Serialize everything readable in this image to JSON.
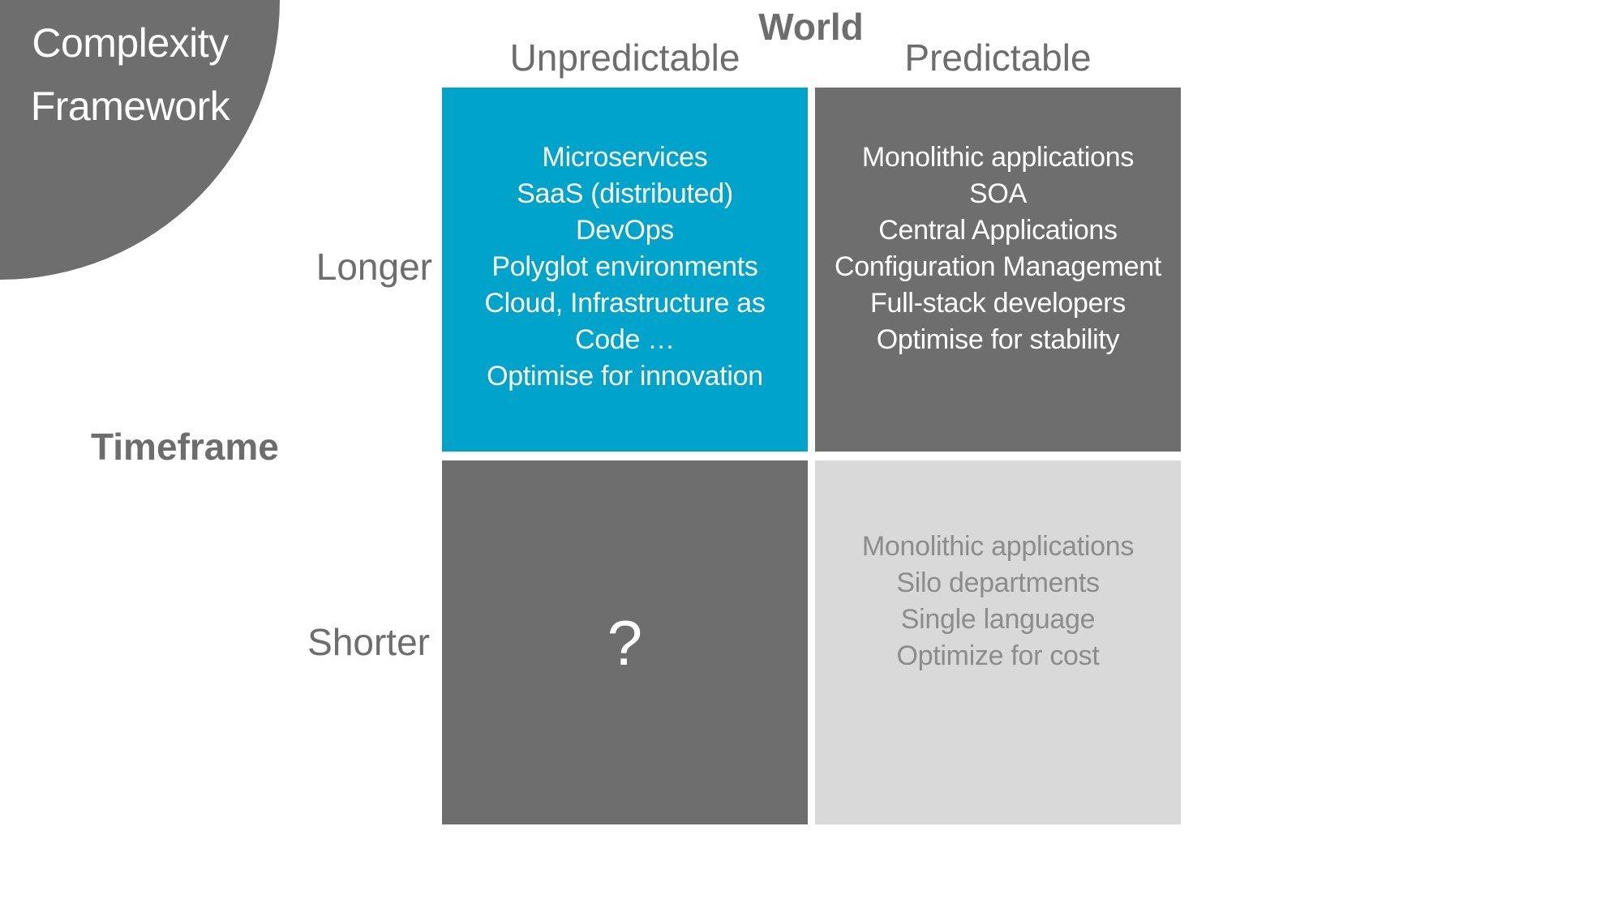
{
  "slide": {
    "title_lines": [
      "Complexity",
      "Framework"
    ],
    "axes": {
      "world_label": "World",
      "timeframe_label": "Timeframe",
      "columns": {
        "left": "Unpredictable",
        "right": "Predictable"
      },
      "rows": {
        "top": "Longer",
        "bottom": "Shorter"
      }
    },
    "quadrants": {
      "top_left": {
        "lines": [
          "Microservices",
          "SaaS (distributed)",
          "DevOps",
          "Polyglot environments",
          "Cloud, Infrastructure as",
          "Code …",
          "Optimise for innovation"
        ]
      },
      "top_right": {
        "lines": [
          "Monolithic applications",
          "SOA",
          "Central Applications",
          "Configuration Management",
          "Full-stack developers",
          "Optimise for stability"
        ]
      },
      "bottom_left": {
        "symbol": "?"
      },
      "bottom_right": {
        "lines": [
          "Monolithic applications",
          "Silo departments",
          "Single language",
          "Optimize for cost"
        ]
      }
    },
    "colors": {
      "accent_cyan": "#00a3c9",
      "dark_gray": "#6e6e6e",
      "light_gray": "#d9d9d9",
      "label_gray": "#6d6d6d",
      "muted_text_gray": "#8c8c8c"
    }
  }
}
